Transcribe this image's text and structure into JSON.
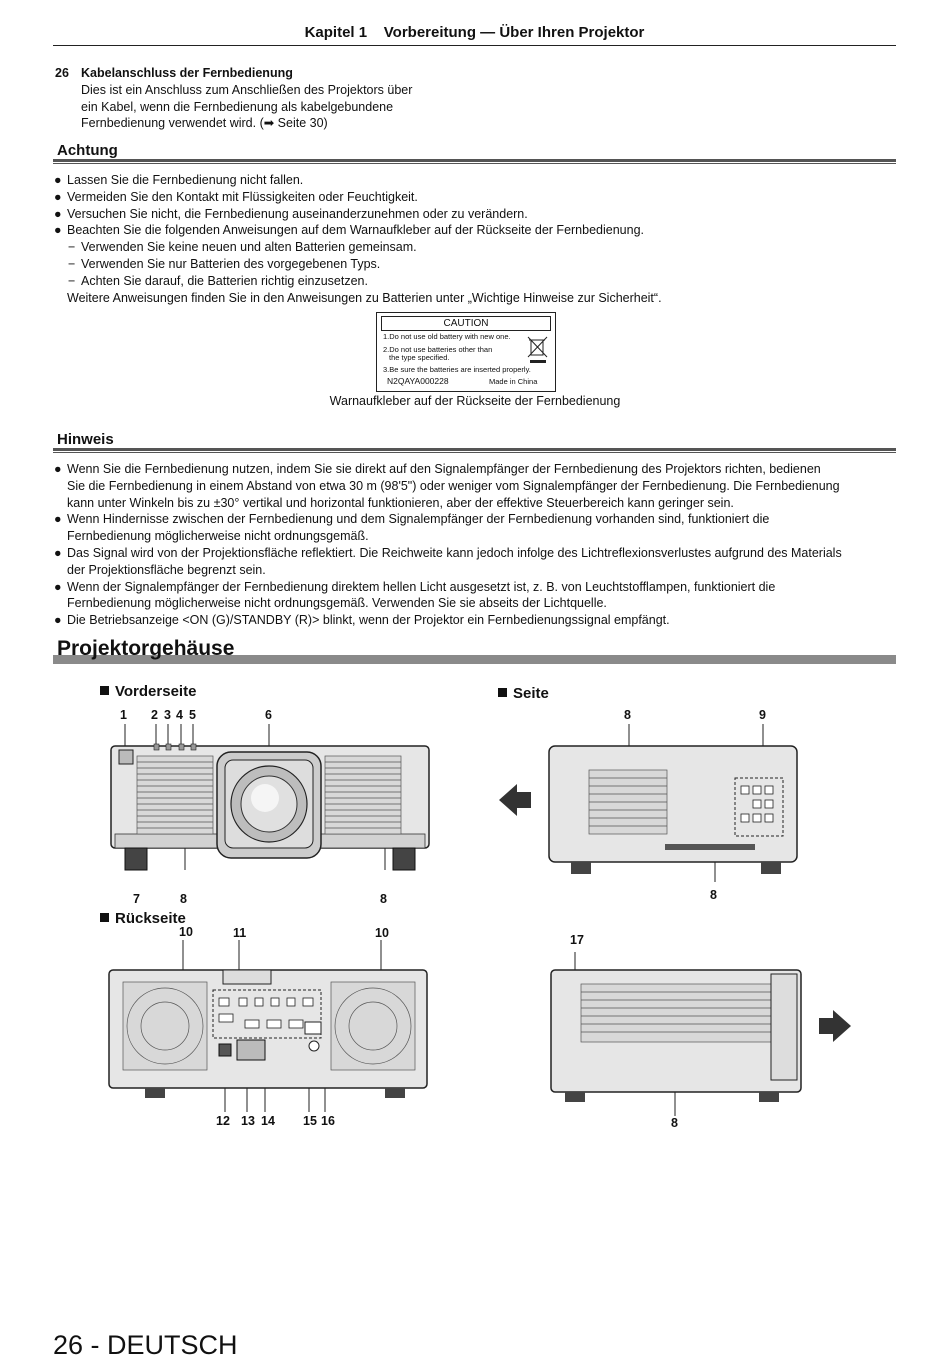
{
  "header": {
    "title": "Kapitel 1    Vorbereitung — Über Ihren Projektor"
  },
  "item26": {
    "number": "26",
    "title": "Kabelanschluss der Fernbedienung",
    "lines": [
      "Dies ist ein Anschluss zum Anschließen des Projektors über",
      "ein Kabel, wenn die Fernbedienung als kabelgebundene",
      "Fernbedienung verwendet wird. (➡ Seite 30)"
    ]
  },
  "achtung": {
    "title": "Achtung",
    "bullets": [
      "Lassen Sie die Fernbedienung nicht fallen.",
      "Vermeiden Sie den Kontakt mit Flüssigkeiten oder Feuchtigkeit.",
      "Versuchen Sie nicht, die Fernbedienung auseinanderzunehmen oder zu verändern.",
      "Beachten Sie die folgenden Anweisungen auf dem Warnaufkleber auf der Rückseite der Fernbedienung."
    ],
    "dashes": [
      "Verwenden Sie keine neuen und alten Batterien gemeinsam.",
      "Verwenden Sie nur Batterien des vorgegebenen Typs.",
      "Achten Sie darauf, die Batterien richtig einzusetzen."
    ],
    "note": "Weitere Anweisungen finden Sie in den Anweisungen zu Batterien unter „Wichtige Hinweise zur Sicherheit“."
  },
  "caution_label": {
    "title": "CAUTION",
    "line1": "1.Do not use old battery with new one.",
    "line2a": "2.Do not use batteries other than",
    "line2b": "the type specified.",
    "line3": "3.Be sure the batteries are inserted properly.",
    "code": "N2QAYA000228",
    "made": "Made in China",
    "caption": "Warnaufkleber auf der Rückseite der Fernbedienung"
  },
  "hinweis": {
    "title": "Hinweis",
    "bullets": [
      [
        "Wenn Sie die Fernbedienung nutzen, indem Sie sie direkt auf den Signalempfänger der Fernbedienung des Projektors richten, bedienen",
        "Sie die Fernbedienung in einem Abstand von etwa 30 m (98'5\") oder weniger vom Signalempfänger der Fernbedienung. Die Fernbedienung",
        "kann unter Winkeln bis zu ±30° vertikal und horizontal funktionieren, aber der effektive Steuerbereich kann geringer sein."
      ],
      [
        "Wenn Hindernisse zwischen der Fernbedienung und dem Signalempfänger der Fernbedienung vorhanden sind, funktioniert die",
        "Fernbedienung möglicherweise nicht ordnungsgemäß."
      ],
      [
        "Das Signal wird von der Projektionsfläche reflektiert. Die Reichweite kann jedoch infolge des Lichtreflexionsverlustes aufgrund des Materials",
        "der Projektionsfläche begrenzt sein."
      ],
      [
        "Wenn der Signalempfänger der Fernbedienung direktem hellen Licht ausgesetzt ist, z. B. von Leuchtstofflampen, funktioniert die",
        "Fernbedienung möglicherweise nicht ordnungsgemäß. Verwenden Sie sie abseits der Lichtquelle."
      ],
      [
        "Die Betriebsanzeige <ON (G)/STANDBY (R)> blinkt, wenn der Projektor ein Fernbedienungssignal empfängt."
      ]
    ]
  },
  "section": {
    "title": "Projektorgehäuse"
  },
  "views": {
    "front": "Vorderseite",
    "side": "Seite",
    "rear": "Rückseite"
  },
  "callouts": {
    "front_top": [
      "1",
      "2",
      "3",
      "4",
      "5",
      "6"
    ],
    "front_bottom": [
      "7",
      "8",
      "8"
    ],
    "side_top": [
      "8",
      "9"
    ],
    "side_bottom": "8",
    "rear_top": [
      "10",
      "11",
      "10"
    ],
    "rear_bottom": [
      "12",
      "13",
      "14",
      "15",
      "16"
    ],
    "side2_top": "17",
    "side2_bottom": "8"
  },
  "footer": {
    "page": "26 - DEUTSCH"
  }
}
